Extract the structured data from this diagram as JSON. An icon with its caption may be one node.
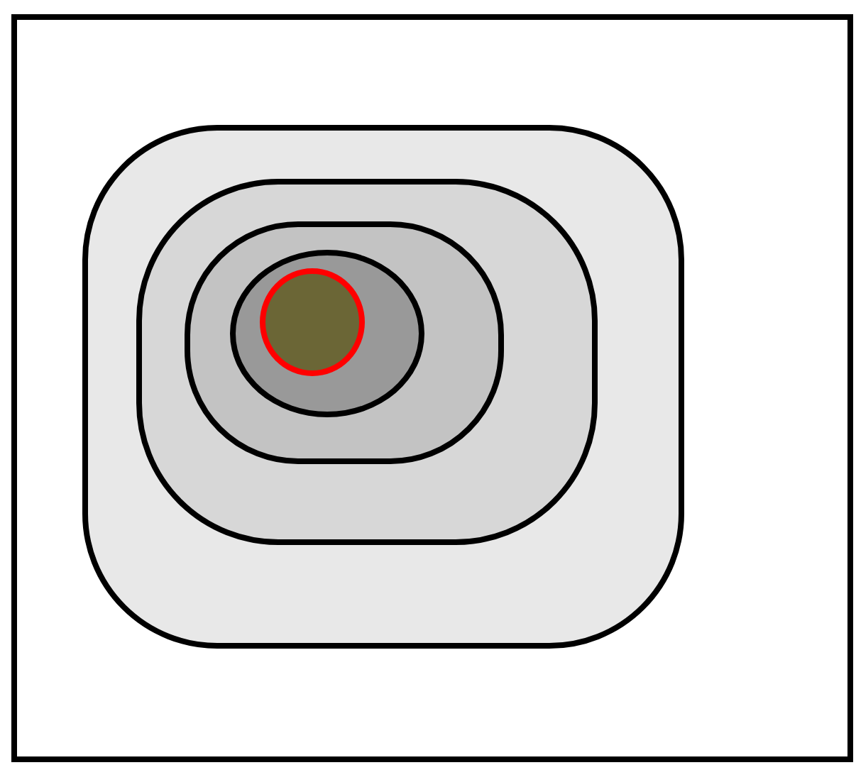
{
  "diagram": {
    "nodes": [
      {
        "text": [],
        "shape": "box"
      },
      {
        "text": [],
        "shape": "box",
        "in": 0
      },
      {
        "text": [],
        "shape": "box",
        "in": 1
      },
      {
        "text": [],
        "shape": "box",
        "in": 2
      },
      {
        "text": [],
        "shape": "circle",
        "in": 3
      },
      {
        "text": [],
        "shape": "circle",
        "in": 4
      }
    ]
  }
}
